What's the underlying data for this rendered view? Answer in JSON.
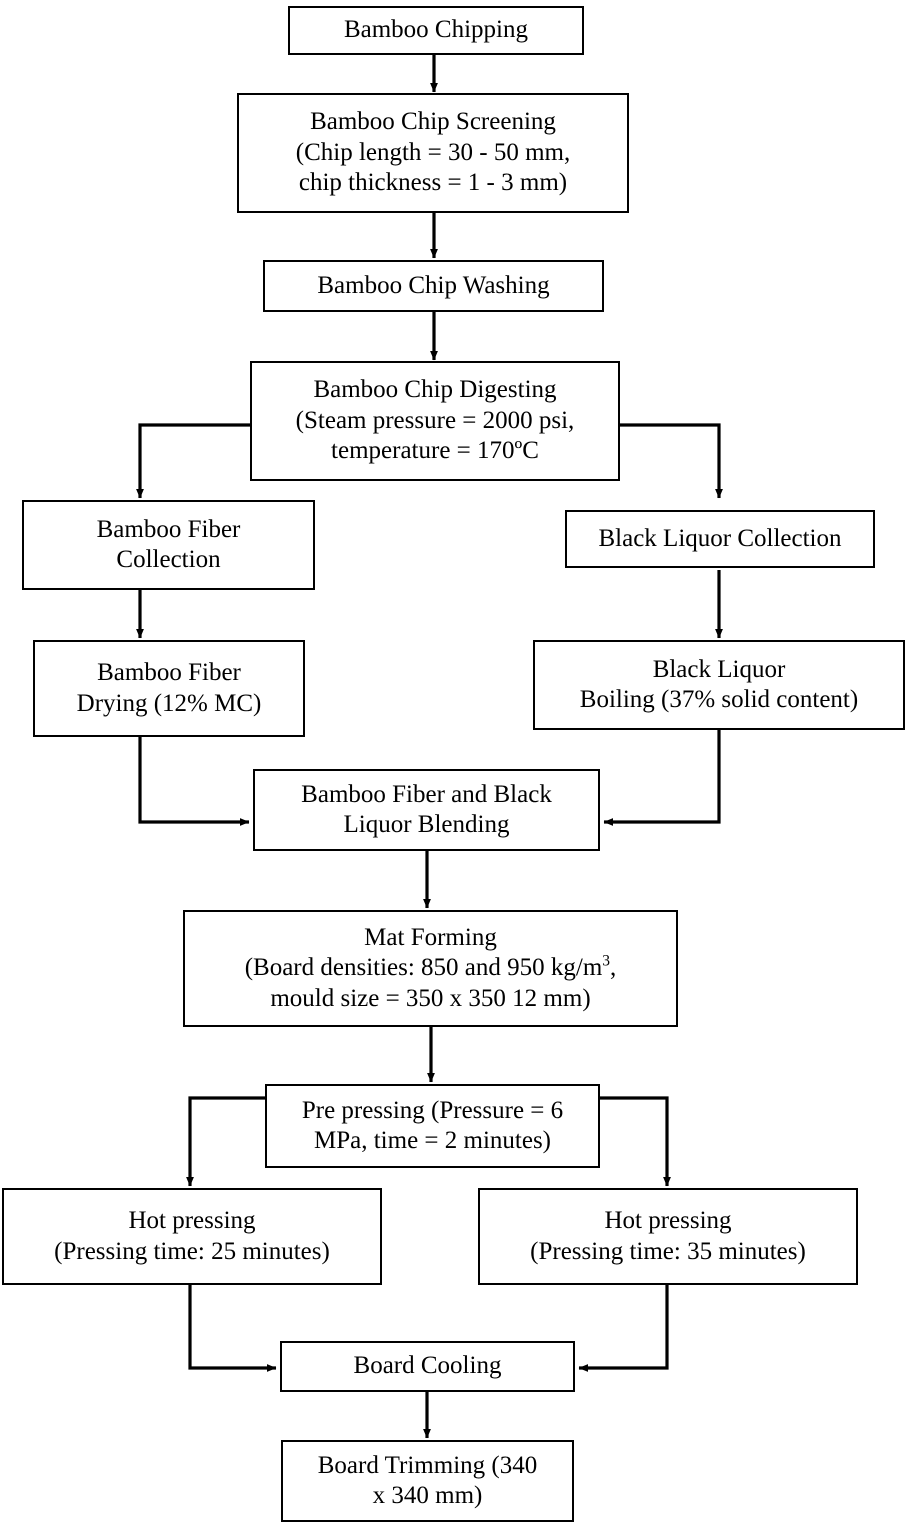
{
  "diagram": {
    "title": "Bamboo fiberboard manufacturing process flowchart",
    "colors": {
      "background": "#ffffff",
      "box_border": "#000000",
      "box_fill": "#ffffff",
      "text": "#000000",
      "connector": "#000000"
    },
    "nodes": [
      {
        "id": "bamboo-chipping",
        "lines": [
          "Bamboo Chipping"
        ]
      },
      {
        "id": "bamboo-chip-screening",
        "lines": [
          "Bamboo Chip Screening",
          "(Chip length = 30 - 50 mm,",
          "chip thickness = 1 - 3 mm)"
        ]
      },
      {
        "id": "bamboo-chip-washing",
        "lines": [
          "Bamboo Chip Washing"
        ]
      },
      {
        "id": "bamboo-chip-digesting",
        "lines": [
          "Bamboo Chip Digesting",
          "(Steam pressure = 2000 psi,",
          "temperature = 170ºC"
        ]
      },
      {
        "id": "bamboo-fiber-collection",
        "lines": [
          "Bamboo Fiber",
          "Collection"
        ]
      },
      {
        "id": "black-liquor-collection",
        "lines": [
          "Black Liquor Collection"
        ]
      },
      {
        "id": "bamboo-fiber-drying",
        "lines": [
          "Bamboo Fiber",
          "Drying (12% MC)"
        ]
      },
      {
        "id": "black-liquor-boiling",
        "lines": [
          "Black Liquor",
          "Boiling (37% solid content)"
        ]
      },
      {
        "id": "fiber-liquor-blending",
        "lines": [
          "Bamboo Fiber and Black",
          "Liquor Blending"
        ]
      },
      {
        "id": "mat-forming",
        "lines": [
          "Mat Forming",
          "(Board densities: 850 and 950 kg/m",
          "mould size = 350 x 350 12 mm)"
        ],
        "superscript": "3",
        "trailing": ","
      },
      {
        "id": "pre-pressing",
        "lines": [
          "Pre pressing (Pressure = 6",
          "MPa, time = 2 minutes)"
        ]
      },
      {
        "id": "hot-pressing-25",
        "lines": [
          "Hot pressing",
          "(Pressing time: 25 minutes)"
        ]
      },
      {
        "id": "hot-pressing-35",
        "lines": [
          "Hot pressing",
          "(Pressing time: 35 minutes)"
        ]
      },
      {
        "id": "board-cooling",
        "lines": [
          "Board Cooling"
        ]
      },
      {
        "id": "board-trimming",
        "lines": [
          "Board Trimming (340",
          "x 340 mm)"
        ]
      }
    ]
  }
}
